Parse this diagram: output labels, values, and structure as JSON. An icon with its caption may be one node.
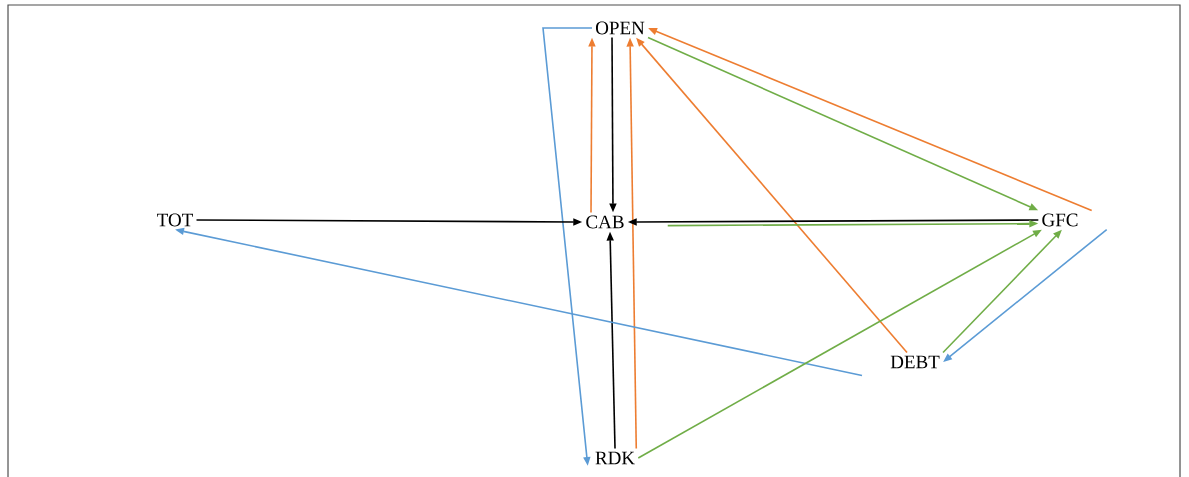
{
  "diagram": {
    "nodes": [
      {
        "text": [
          "OPEN"
        ]
      },
      {
        "text": [
          "TOT"
        ]
      },
      {
        "text": [
          "CAB"
        ]
      },
      {
        "text": [
          "GFC"
        ]
      },
      {
        "text": [
          "DEBT"
        ]
      },
      {
        "text": [
          "RDK"
        ]
      }
    ],
    "edges": [
      {
        "from": 2,
        "to": 0,
        "arrow": "to",
        "color": "#ed7d31"
      },
      {
        "from": 0,
        "to": 2,
        "arrow": "to",
        "color": "#000000"
      },
      {
        "from": 5,
        "to": 0,
        "arrow": "to",
        "color": "#ed7d31"
      },
      {
        "from": 4,
        "to": 0,
        "arrow": "to",
        "color": "#ed7d31"
      },
      {
        "from": 3,
        "to": 0,
        "arrow": "to",
        "color": "#ed7d31"
      },
      {
        "from": 0,
        "to": 3,
        "arrow": "to",
        "color": "#70ad47"
      },
      {
        "from": 0,
        "to": 5,
        "arrow": "to",
        "color": "#5b9bd5"
      },
      {
        "from": 1,
        "to": 2,
        "arrow": "to",
        "color": "#000000"
      },
      {
        "from": 3,
        "to": 2,
        "arrow": "to",
        "color": "#000000"
      },
      {
        "from": 2,
        "to": 3,
        "arrow": "to",
        "color": "#70ad47"
      },
      {
        "from": 5,
        "to": 2,
        "arrow": "to",
        "color": "#000000"
      },
      {
        "from": 4,
        "to": 1,
        "arrow": "to",
        "color": "#5b9bd5"
      },
      {
        "from": 5,
        "to": 3,
        "arrow": "to",
        "color": "#70ad47"
      },
      {
        "from": 4,
        "to": 3,
        "arrow": "to",
        "color": "#70ad47"
      },
      {
        "from": 3,
        "to": 4,
        "arrow": "to",
        "color": "#5b9bd5"
      }
    ]
  }
}
